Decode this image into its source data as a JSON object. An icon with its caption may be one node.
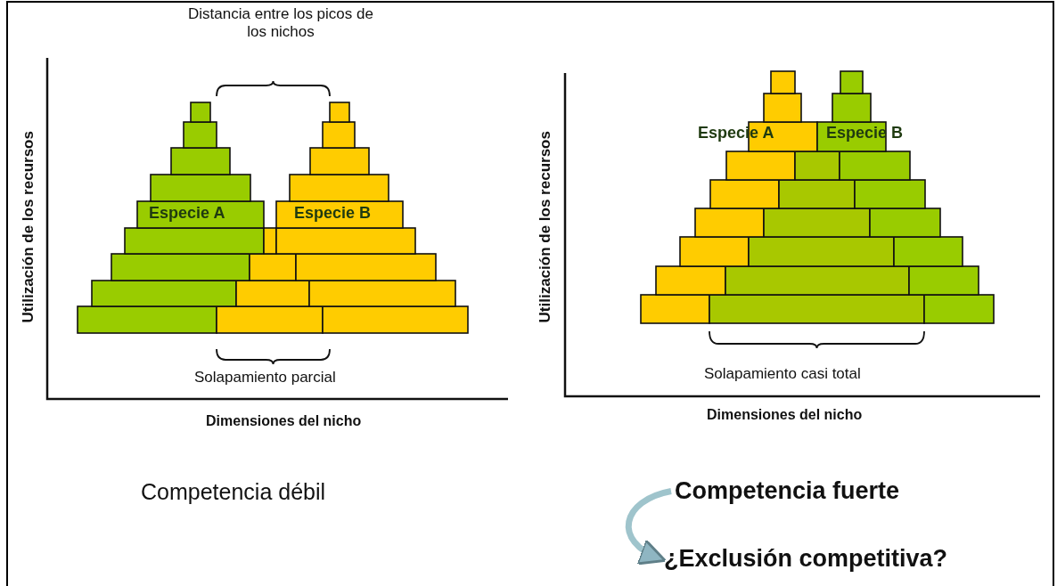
{
  "diagram": {
    "nodes": [
      {
        "text": [
          "Competencia fuerte"
        ]
      },
      {
        "text": [
          "¿Exclusión competitiva?"
        ]
      }
    ],
    "edges": [
      {
        "from": 0,
        "to": 1,
        "arrow": "to"
      }
    ],
    "labels": [
      "Distancia entre los picos de los nichos",
      "Utilización de los recursos",
      "Especie A",
      "Especie B",
      "Solapamiento parcial",
      "Dimensiones del nicho",
      "Competencia débil",
      "Utilización de los recursos",
      "Especie A",
      "Especie B",
      "Solapamiento casi total",
      "Dimensiones del nicho"
    ]
  }
}
